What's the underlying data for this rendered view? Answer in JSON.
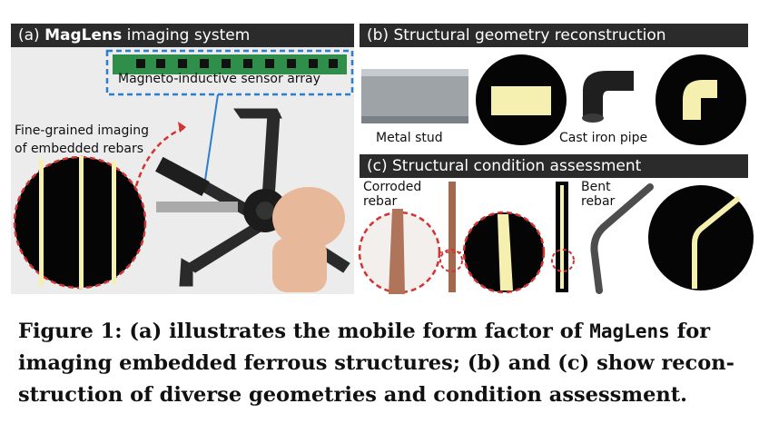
{
  "panels": {
    "a": {
      "prefix": "(a) ",
      "bold": "MagLens",
      "suffix": " imaging system"
    },
    "b": {
      "title": "(b) Structural geometry reconstruction"
    },
    "c": {
      "title": "(c) Structural condition assessment"
    }
  },
  "labels": {
    "sensor_array": "Magneto-inductive sensor array",
    "fine_grained_line1": "Fine-grained imaging",
    "fine_grained_line2": "of embedded rebars",
    "metal_stud": "Metal stud",
    "cast_iron_pipe": "Cast iron pipe",
    "corroded_line1": "Corroded",
    "corroded_line2": "rebar",
    "bent_line1": "Bent",
    "bent_line2": "rebar"
  },
  "caption": {
    "part1": "Figure 1: (a) illustrates the mobile form factor of ",
    "name": "MagLens",
    "part2": " for",
    "line2": "imaging embedded ferrous structures; (b) and (c) show recon-",
    "line3": "struction of diverse geometries and condition assessment."
  },
  "colors": {
    "header_bg": "#2b2b2b",
    "dashed_blue": "#2a7fd0",
    "dashed_red": "#d33333",
    "rebar_yellow": "#f6f0b0"
  }
}
